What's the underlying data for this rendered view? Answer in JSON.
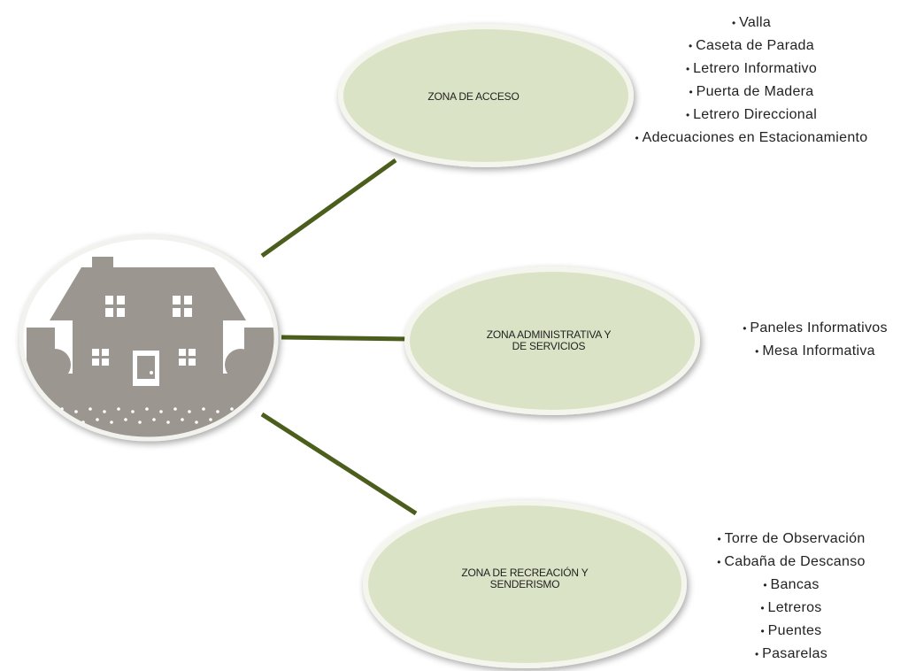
{
  "colors": {
    "connector": "#4b5e1c",
    "bubble_fill": "#dbe3c6",
    "bubble_border": "#f4f6ee",
    "house": "#9b968f"
  },
  "hub": {
    "icon": "house-icon"
  },
  "zones": [
    {
      "label": "ZONA DE ACCESO",
      "items": [
        "Valla",
        "Caseta de Parada",
        "Letrero Informativo",
        "Puerta de Madera",
        "Letrero Direccional",
        "Adecuaciones en Estacionamiento"
      ]
    },
    {
      "label": "ZONA ADMINISTRATIVA Y\nDE SERVICIOS",
      "items": [
        "Paneles Informativos",
        "Mesa Informativa"
      ]
    },
    {
      "label": "ZONA DE RECREACIÓN Y\nSENDERISMO",
      "items": [
        "Torre de Observación",
        "Cabaña de Descanso",
        "Bancas",
        "Letreros",
        "Puentes",
        "Pasarelas"
      ]
    }
  ]
}
